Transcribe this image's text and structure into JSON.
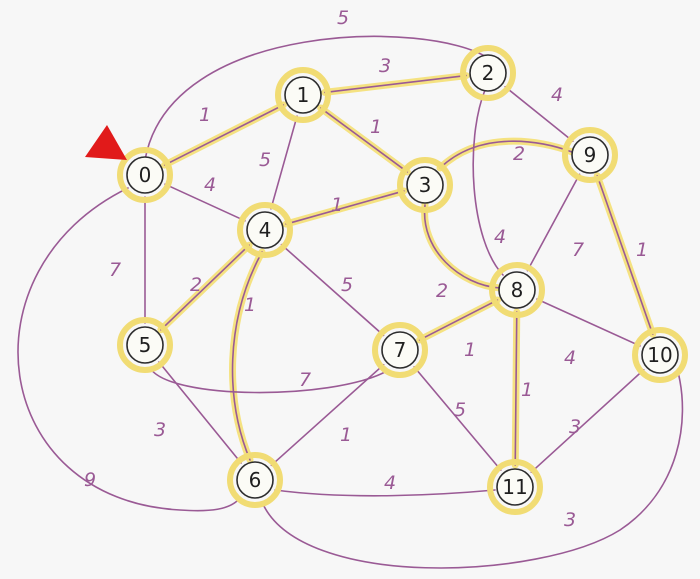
{
  "colors": {
    "edge": "#9a5a95",
    "tree_highlight": "#f4e07a",
    "node_ring": "#2d2d2d",
    "start_marker": "#e11a1a",
    "background": "#f7f7f7"
  },
  "start_node": "0",
  "nodes": [
    {
      "id": "0",
      "label": "0"
    },
    {
      "id": "1",
      "label": "1"
    },
    {
      "id": "2",
      "label": "2"
    },
    {
      "id": "3",
      "label": "3"
    },
    {
      "id": "4",
      "label": "4"
    },
    {
      "id": "5",
      "label": "5"
    },
    {
      "id": "6",
      "label": "6"
    },
    {
      "id": "7",
      "label": "7"
    },
    {
      "id": "8",
      "label": "8"
    },
    {
      "id": "9",
      "label": "9"
    },
    {
      "id": "10",
      "label": "10"
    },
    {
      "id": "11",
      "label": "11"
    }
  ],
  "edges": [
    {
      "from": "0",
      "to": "1",
      "weight": "1",
      "tree": true
    },
    {
      "from": "0",
      "to": "2",
      "weight": "5",
      "tree": false
    },
    {
      "from": "0",
      "to": "4",
      "weight": "4",
      "tree": false
    },
    {
      "from": "0",
      "to": "5",
      "weight": "7",
      "tree": false
    },
    {
      "from": "0",
      "to": "6",
      "weight": "9",
      "tree": false
    },
    {
      "from": "1",
      "to": "2",
      "weight": "3",
      "tree": true
    },
    {
      "from": "1",
      "to": "3",
      "weight": "1",
      "tree": true
    },
    {
      "from": "1",
      "to": "4",
      "weight": "5",
      "tree": false
    },
    {
      "from": "2",
      "to": "8",
      "weight": "4",
      "tree": false
    },
    {
      "from": "2",
      "to": "9",
      "weight": "4",
      "tree": false
    },
    {
      "from": "3",
      "to": "4",
      "weight": "1",
      "tree": true
    },
    {
      "from": "3",
      "to": "9",
      "weight": "2",
      "tree": true
    },
    {
      "from": "3",
      "to": "8",
      "weight": "2",
      "tree": true
    },
    {
      "from": "4",
      "to": "5",
      "weight": "2",
      "tree": true
    },
    {
      "from": "4",
      "to": "6",
      "weight": "1",
      "tree": true
    },
    {
      "from": "4",
      "to": "7",
      "weight": "5",
      "tree": false
    },
    {
      "from": "5",
      "to": "6",
      "weight": "3",
      "tree": false
    },
    {
      "from": "5",
      "to": "7",
      "weight": "7",
      "tree": false
    },
    {
      "from": "6",
      "to": "7",
      "weight": "1",
      "tree": false
    },
    {
      "from": "6",
      "to": "11",
      "weight": "4",
      "tree": false
    },
    {
      "from": "6",
      "to": "10",
      "weight": "3",
      "tree": false
    },
    {
      "from": "7",
      "to": "8",
      "weight": "1",
      "tree": true
    },
    {
      "from": "7",
      "to": "11",
      "weight": "5",
      "tree": false
    },
    {
      "from": "8",
      "to": "9",
      "weight": "7",
      "tree": false
    },
    {
      "from": "8",
      "to": "10",
      "weight": "4",
      "tree": false
    },
    {
      "from": "8",
      "to": "11",
      "weight": "1",
      "tree": true
    },
    {
      "from": "9",
      "to": "10",
      "weight": "1",
      "tree": true
    },
    {
      "from": "10",
      "to": "11",
      "weight": "3",
      "tree": false
    }
  ]
}
